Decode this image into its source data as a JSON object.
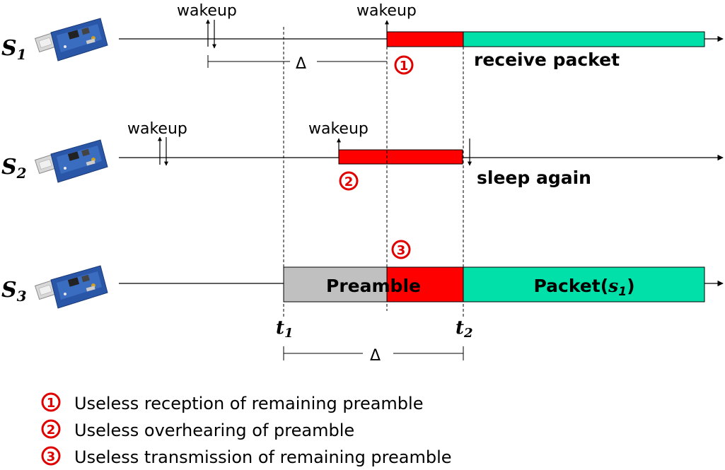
{
  "nodes": [
    {
      "id": "S1",
      "letter": "S",
      "sub": "1"
    },
    {
      "id": "S2",
      "letter": "S",
      "sub": "2"
    },
    {
      "id": "S3",
      "letter": "S",
      "sub": "3"
    }
  ],
  "labels": {
    "wakeup": "wakeup",
    "delta": "Δ",
    "receive_packet": "receive packet",
    "sleep_again": "sleep again",
    "preamble": "Preamble",
    "packet_prefix": "Packet(",
    "packet_s": "s",
    "packet_sub": "1",
    "packet_suffix": ")",
    "t1": "t",
    "t1_sub": "1",
    "t2": "t",
    "t2_sub": "2"
  },
  "markers": [
    "1",
    "2",
    "3"
  ],
  "legend": [
    {
      "num": "1",
      "text": "Useless reception of remaining preamble"
    },
    {
      "num": "2",
      "text": "Useless overhearing of preamble"
    },
    {
      "num": "3",
      "text": "Useless transmission of remaining preamble"
    }
  ],
  "colors": {
    "red": "#ff0000",
    "green": "#00e0a8",
    "gray": "#c0c0c0",
    "marker": "#e00000"
  },
  "icons": {
    "device": "usb-wireless-sensor-icon"
  }
}
